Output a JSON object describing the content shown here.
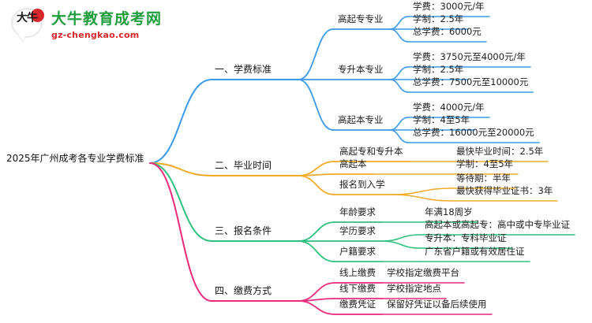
{
  "logo": {
    "mark_text": "大牛",
    "title": "大牛教育成考网",
    "url": "gz-chengkao.com",
    "brand_green": "#1f9d3d",
    "brand_red": "#d9262c"
  },
  "mindmap": {
    "root": {
      "label": "2025年广州成考各专业学费标准"
    },
    "colors": {
      "branch1": "#3d9ae8",
      "branch2": "#efab28",
      "branch3": "#2fc07e",
      "branch4": "#ec2a7b"
    },
    "branches": [
      {
        "label": "一、学费标准",
        "color": "#3d9ae8",
        "children": [
          {
            "label": "高起专专业",
            "leaves": [
              "学费：3000元/年",
              "学制：2.5年",
              "总学费：6000元"
            ]
          },
          {
            "label": "专升本专业",
            "leaves": [
              "学费：3750元至4000元/年",
              "学制：2.5年",
              "总学费：7500元至10000元"
            ]
          },
          {
            "label": "高起本专业",
            "leaves": [
              "学费：4000元/年",
              "学制：4至5年",
              "总学费：16000元至20000元"
            ]
          }
        ]
      },
      {
        "label": "二、毕业时间",
        "color": "#efab28",
        "children": [
          {
            "label": "高起专和专升本",
            "leaves": [
              "最快毕业时间：2.5年"
            ]
          },
          {
            "label": "高起本",
            "leaves": [
              "学制：4至5年"
            ]
          },
          {
            "label": "报名到入学",
            "leaves": [
              "等待期：半年",
              "最快获得毕业证书：3年"
            ]
          }
        ]
      },
      {
        "label": "三、报名条件",
        "color": "#2fc07e",
        "children": [
          {
            "label": "年龄要求",
            "leaves": [
              "年满18周岁"
            ]
          },
          {
            "label": "学历要求",
            "leaves": [
              "高起本或高起专：高中或中专毕业证",
              "专升本：专科毕业证"
            ]
          },
          {
            "label": "户籍要求",
            "leaves": [
              "广东省户籍或有效居住证"
            ]
          }
        ]
      },
      {
        "label": "四、缴费方式",
        "color": "#ec2a7b",
        "children": [
          {
            "label": "线上缴费",
            "leaves": [
              "学校指定缴费平台"
            ]
          },
          {
            "label": "线下缴费",
            "leaves": [
              "学校指定地点"
            ]
          },
          {
            "label": "缴费凭证",
            "leaves": [
              "保留好凭证以备后续使用"
            ]
          }
        ]
      }
    ]
  }
}
